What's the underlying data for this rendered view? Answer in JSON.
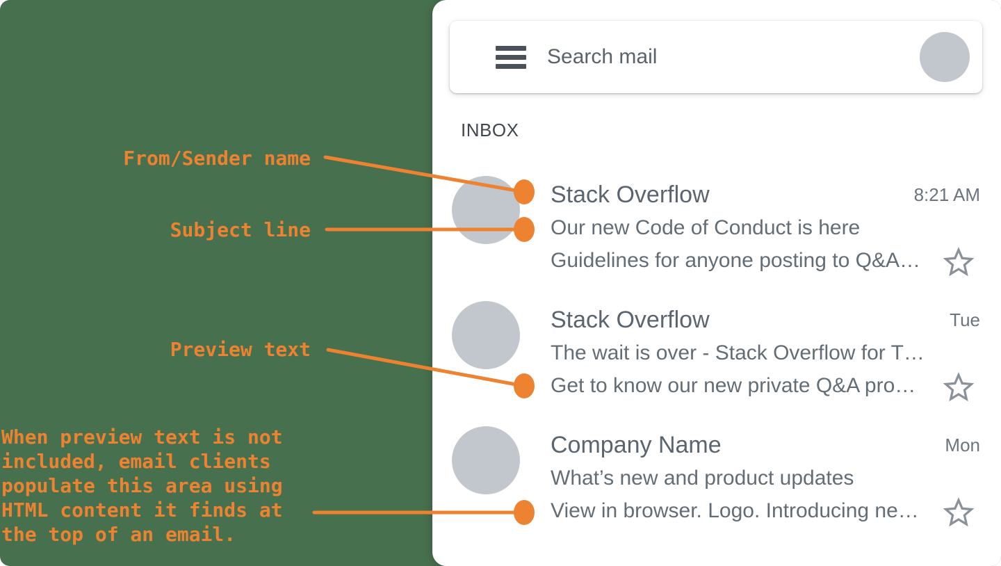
{
  "colors": {
    "background_green": "#47704E",
    "card_white": "#FFFFFF",
    "annotation_orange": "#ED8231",
    "avatar_gray": "#C2C7CD",
    "text_gray": "#636D76",
    "star_gray": "#8A9199"
  },
  "client": {
    "search": {
      "placeholder": "Search mail"
    },
    "section_label": "INBOX",
    "emails": [
      {
        "sender": "Stack Overflow",
        "time": "8:21 AM",
        "subject": "Our new Code of Conduct is here",
        "preview": "Guidelines for anyone posting to Q&A…"
      },
      {
        "sender": "Stack Overflow",
        "time": "Tue",
        "subject": "The wait is over - Stack Overflow for T…",
        "preview": "Get to know our new private Q&A pro…"
      },
      {
        "sender": "Company Name",
        "time": "Mon",
        "subject": "What’s new and product updates",
        "preview": "View in browser. Logo. Introducing ne…"
      }
    ]
  },
  "annotations": {
    "labels": [
      {
        "text": "From/Sender name"
      },
      {
        "text": "Subject line"
      },
      {
        "text": "Preview text"
      }
    ],
    "note": [
      "When preview text is not",
      "included, email clients",
      "populate this area using",
      "HTML content it finds at",
      "the top of an email."
    ]
  }
}
